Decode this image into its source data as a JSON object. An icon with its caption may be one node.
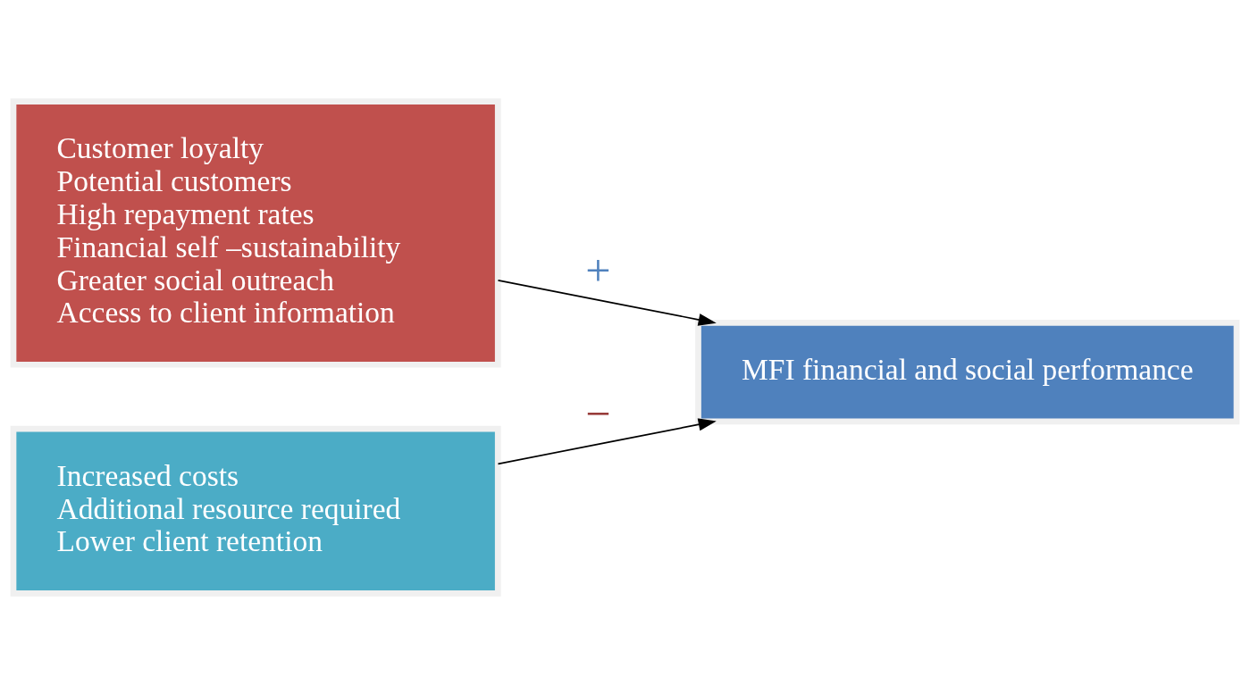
{
  "diagram": {
    "nodes": [
      {
        "text": [
          "Customer loyalty",
          "Potential customers",
          "High repayment rates",
          "Financial self –sustainability",
          "Greater social outreach",
          "Access to client information"
        ]
      },
      {
        "text": [
          "Increased costs",
          "Additional resource required",
          "Lower client retention"
        ]
      },
      {
        "text": [
          "MFI financial and social performance"
        ]
      }
    ],
    "edges": [
      {
        "from": 0,
        "to": 2,
        "arrow": "to",
        "label": "+"
      },
      {
        "from": 1,
        "to": 2,
        "arrow": "to",
        "label": "−"
      }
    ]
  }
}
